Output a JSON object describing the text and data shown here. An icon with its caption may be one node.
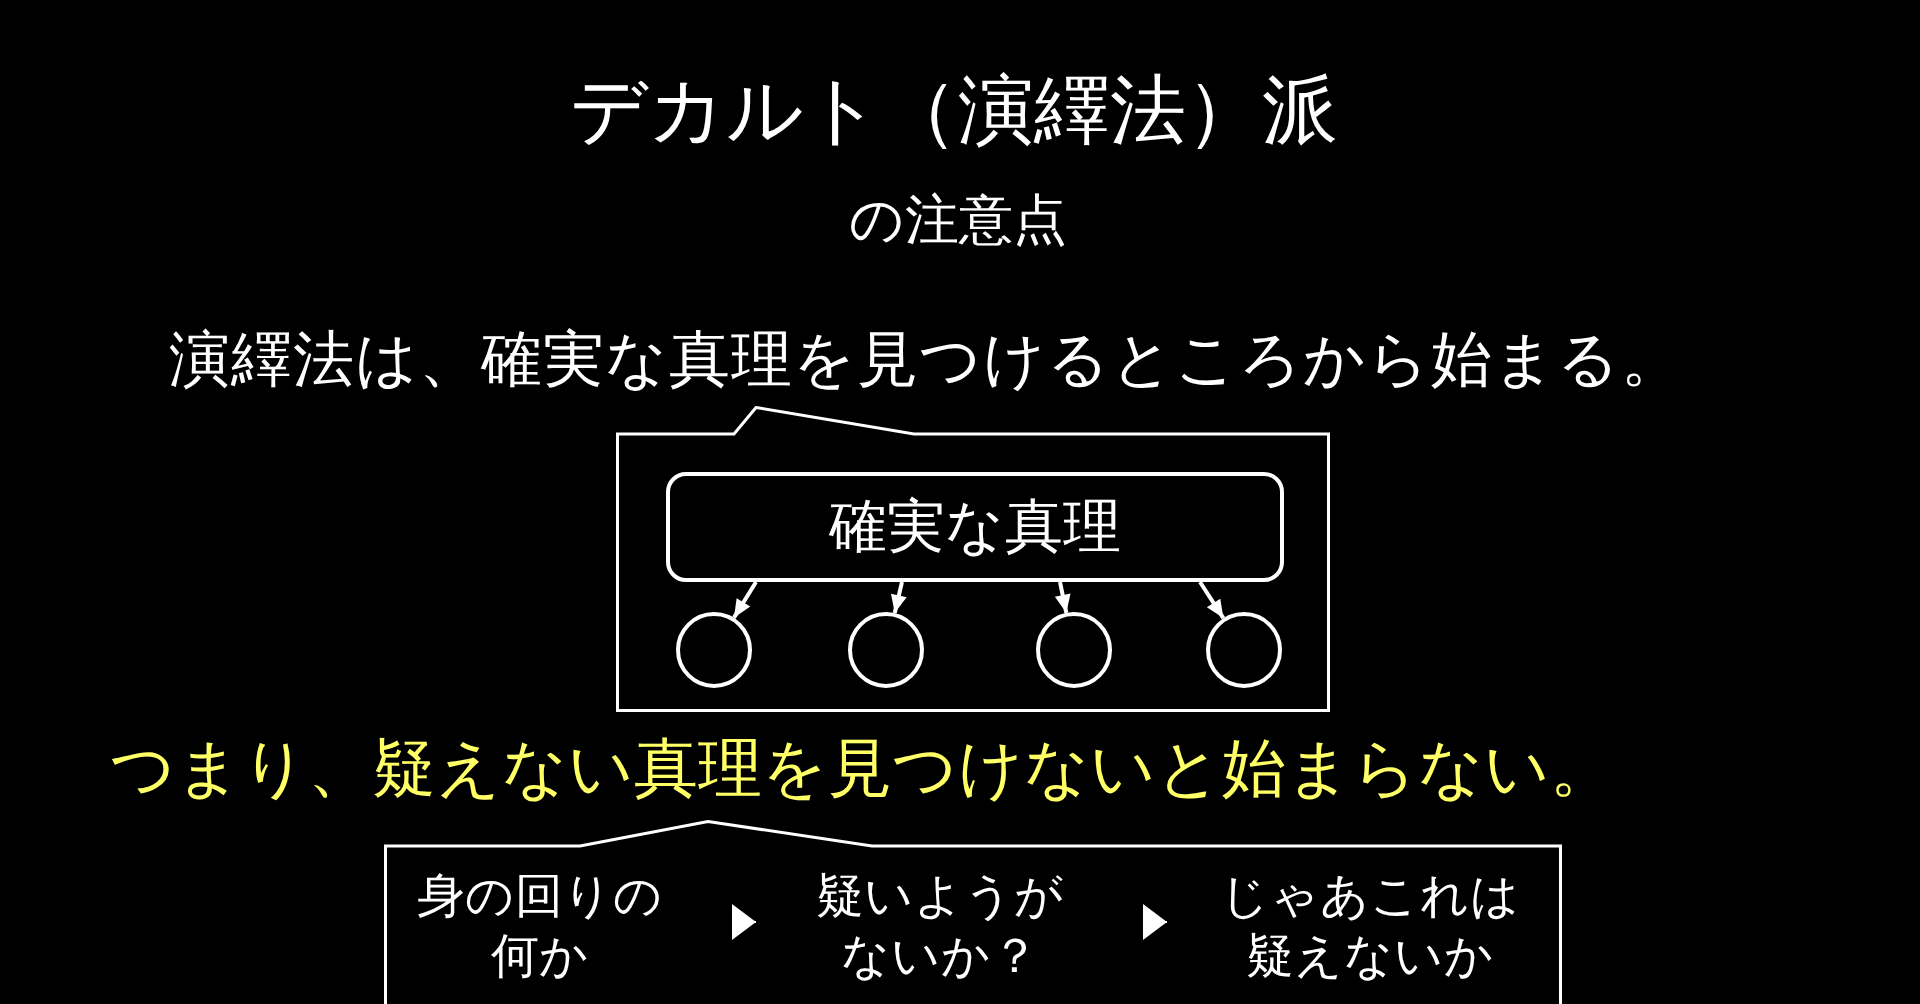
{
  "diagram": {
    "title": "デカルト（演繹法）派",
    "nodes": [
      {
        "text": [],
        "shape": "box"
      },
      {
        "text": [
          "確実な真理"
        ],
        "in": 0
      },
      {
        "text": [],
        "shape": "circle",
        "in": 0
      },
      {
        "text": [],
        "shape": "circle",
        "in": 0
      },
      {
        "text": [],
        "shape": "circle",
        "in": 0
      },
      {
        "text": [],
        "shape": "circle",
        "in": 0
      },
      {
        "text": [],
        "shape": "box"
      },
      {
        "text": [
          "身の回りの何か"
        ],
        "in": 6
      },
      {
        "text": [
          "疑いようがないか？"
        ],
        "in": 6
      },
      {
        "text": [
          "じゃあこれは疑えないか"
        ],
        "in": 6
      }
    ],
    "edges": [
      {
        "from": 1,
        "to": 2,
        "arrow": "to"
      },
      {
        "from": 1,
        "to": 3,
        "arrow": "to"
      },
      {
        "from": 1,
        "to": 4,
        "arrow": "to"
      },
      {
        "from": 1,
        "to": 5,
        "arrow": "to"
      },
      {
        "from": 7,
        "to": 8,
        "arrow": "to"
      },
      {
        "from": 8,
        "to": 9,
        "arrow": "to"
      }
    ],
    "labels": [
      "の注意点",
      "演繹法は、確実な真理を見つけるところから始まる。",
      "つまり、疑えない真理を見つけないと始まらない。"
    ]
  }
}
